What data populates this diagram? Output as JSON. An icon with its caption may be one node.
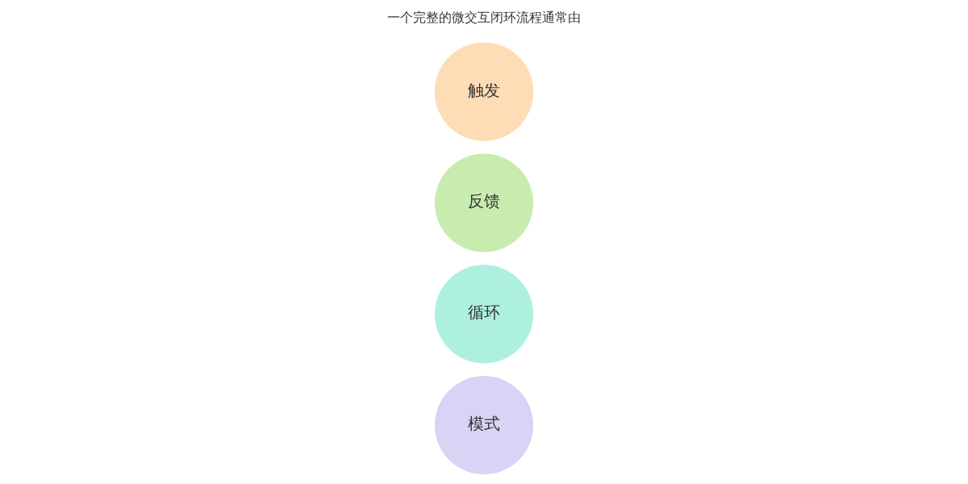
{
  "diagram": {
    "title": "一个完整的微交互闭环流程通常由",
    "nodes": [
      {
        "text": [
          "触发"
        ]
      },
      {
        "text": [
          "反馈"
        ]
      },
      {
        "text": [
          "循环"
        ]
      },
      {
        "text": [
          "模式"
        ]
      }
    ]
  }
}
